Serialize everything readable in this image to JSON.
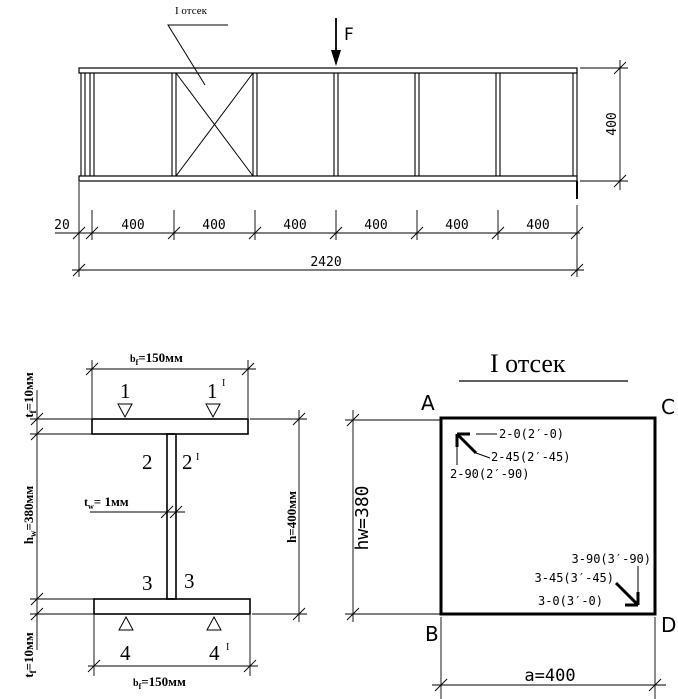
{
  "beam": {
    "section_label": "I отсек",
    "force_label": "F",
    "height_dim": "400",
    "left_dim": "20",
    "panel_dims": [
      "400",
      "400",
      "400",
      "400",
      "400",
      "400"
    ],
    "total_dim": "2420"
  },
  "section": {
    "bf_top": "b",
    "bf_top_sub": "f",
    "bf_top_val": "=150мм",
    "bf_bot": "b",
    "bf_bot_sub": "f",
    "bf_bot_val": "=150мм",
    "tf_top": "t",
    "tf_top_sub": "f",
    "tf_top_val": "=10мм",
    "tf_bot": "t",
    "tf_bot_sub": "f",
    "tf_bot_val": "=10мм",
    "hw": "h",
    "hw_sub": "w",
    "hw_val": "=380мм",
    "h_total": "h=400мм",
    "tw": "t",
    "tw_sub": "w",
    "tw_val": "= 1мм",
    "points": {
      "p1": "1",
      "p1p": "1",
      "p1p_mark": "I",
      "p2": "2",
      "p2p": "2",
      "p2p_mark": "I",
      "p3": "3",
      "p3p": "3",
      "p4": "4",
      "p4p": "4",
      "p4p_mark": "I"
    }
  },
  "panel": {
    "title": "I отсек",
    "corner_a": "A",
    "corner_b": "B",
    "corner_c": "C",
    "corner_d": "D",
    "hw_label": "hw=380",
    "a_label": "a=400",
    "top_labels": [
      "2-0(2′-0)",
      "2-45(2′-45)",
      "2-90(2′-90)"
    ],
    "bottom_labels": [
      "3-90(3′-90)",
      "3-45(3′-45)",
      "3-0(3′-0)"
    ]
  }
}
